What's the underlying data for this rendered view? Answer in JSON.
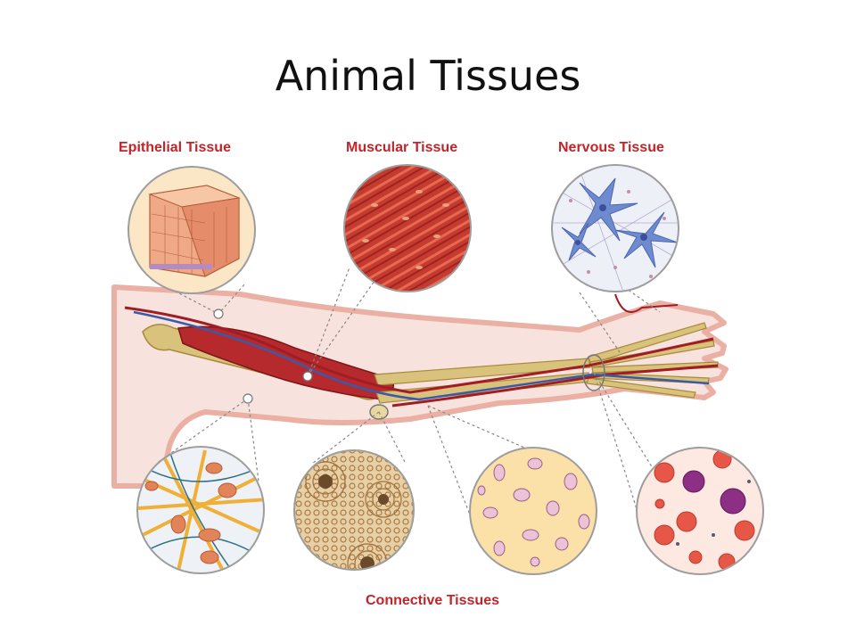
{
  "title": "Animal Tissues",
  "labels": {
    "epithelial": "Epithelial Tissue",
    "muscular": "Muscular Tissue",
    "nervous": "Nervous Tissue",
    "connective": "Connective Tissues"
  },
  "colors": {
    "label": "#c0252a",
    "skin": "#f6dcd6",
    "skin_outline": "#e8a89a",
    "muscle": "#b8282c",
    "bone": "#d9c17a",
    "artery": "#a11d24",
    "vein": "#3a5aa8",
    "leader": "#777777"
  }
}
